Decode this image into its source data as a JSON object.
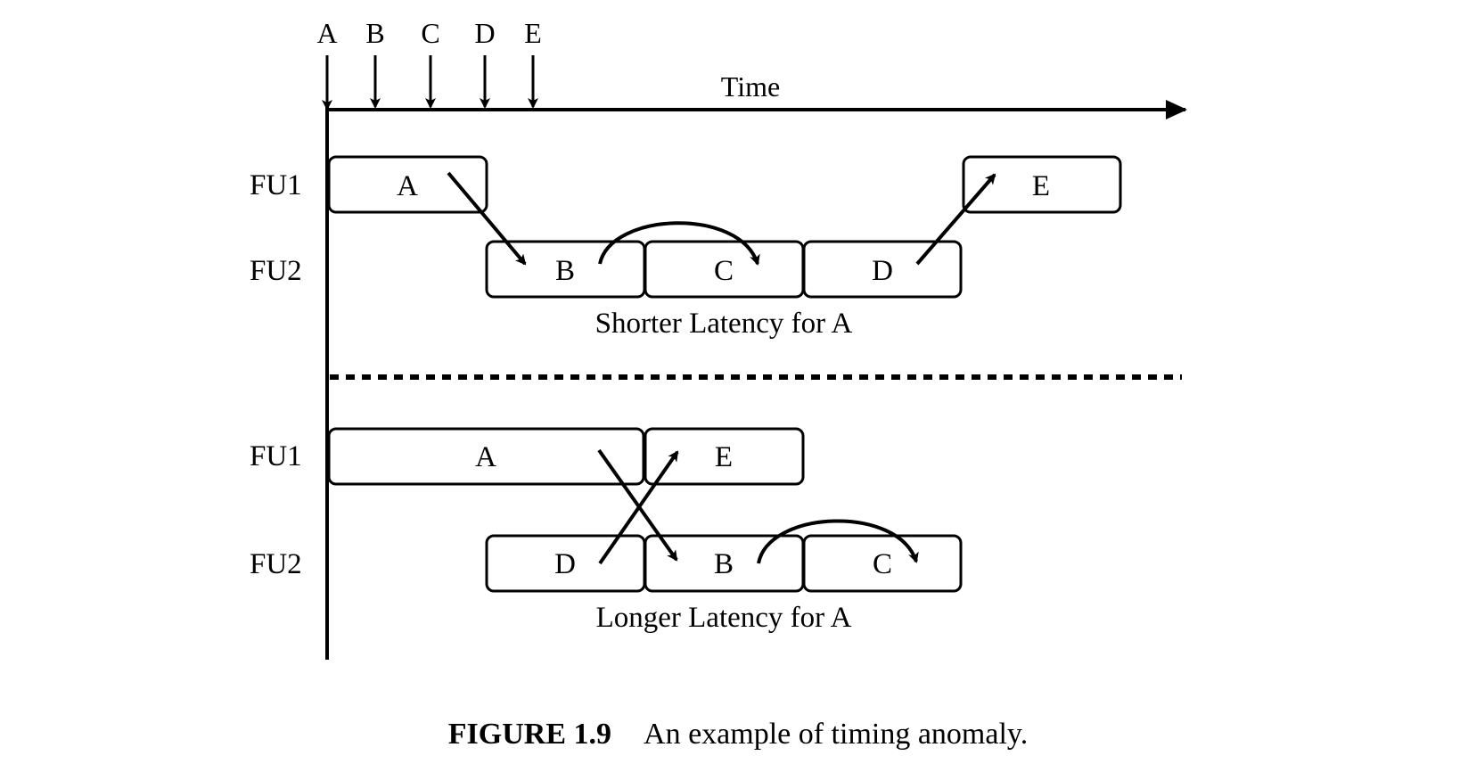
{
  "time_label": "Time",
  "arrival_markers": [
    "A",
    "B",
    "C",
    "D",
    "E"
  ],
  "top_schedule": {
    "caption": "Shorter Latency for A",
    "fu1_label": "FU1",
    "fu2_label": "FU2",
    "fu1_tasks": [
      "A",
      "E"
    ],
    "fu2_tasks": [
      "B",
      "C",
      "D"
    ]
  },
  "bottom_schedule": {
    "caption": "Longer Latency for A",
    "fu1_label": "FU1",
    "fu2_label": "FU2",
    "fu1_tasks": [
      "A",
      "E"
    ],
    "fu2_tasks": [
      "D",
      "B",
      "C"
    ]
  },
  "figure": {
    "number": "FIGURE 1.9",
    "caption": "An example of timing anomaly."
  }
}
